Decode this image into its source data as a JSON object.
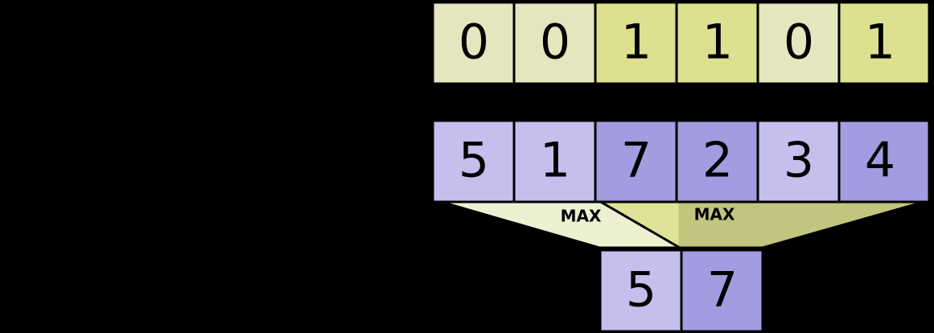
{
  "diagram": {
    "type": "max-pooling-illustration",
    "colors": {
      "yellow_light": "#e4e6bd",
      "yellow_dark": "#dde08f",
      "purple_light": "#c4bfec",
      "purple_dark": "#a29ce0",
      "funnel_light": "#eef0d2",
      "funnel_dark": "#dde08f",
      "background": "#000000",
      "stroke": "#000000",
      "text": "#000000"
    },
    "rows": {
      "mask_row": {
        "name": "binary-mask-row",
        "cells": [
          {
            "value": "0",
            "shade": "light"
          },
          {
            "value": "0",
            "shade": "light"
          },
          {
            "value": "1",
            "shade": "dark"
          },
          {
            "value": "1",
            "shade": "dark"
          },
          {
            "value": "0",
            "shade": "light"
          },
          {
            "value": "1",
            "shade": "dark"
          }
        ]
      },
      "input_row": {
        "name": "input-values-row",
        "cells": [
          {
            "value": "5",
            "shade": "light"
          },
          {
            "value": "1",
            "shade": "light"
          },
          {
            "value": "7",
            "shade": "dark"
          },
          {
            "value": "2",
            "shade": "dark"
          },
          {
            "value": "3",
            "shade": "light"
          },
          {
            "value": "4",
            "shade": "dark"
          }
        ]
      },
      "output_row": {
        "name": "output-values-row",
        "cells": [
          {
            "value": "5",
            "shade": "light"
          },
          {
            "value": "7",
            "shade": "dark"
          }
        ]
      }
    },
    "operations": [
      {
        "label": "MAX",
        "shade": "light"
      },
      {
        "label": "MAX",
        "shade": "dark"
      }
    ]
  }
}
